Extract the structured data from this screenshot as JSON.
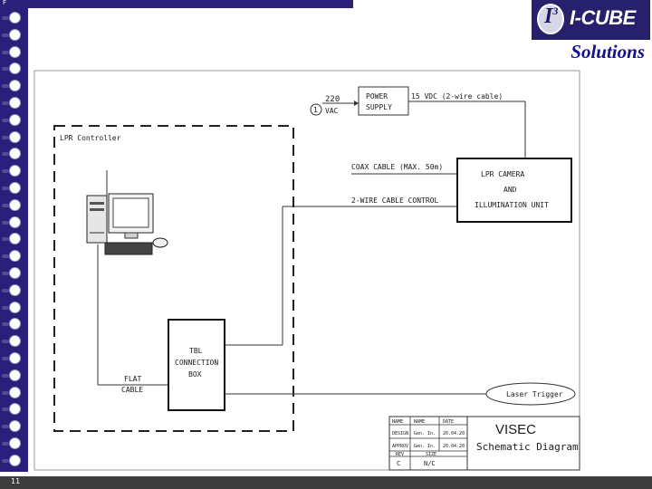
{
  "slide": {
    "number": "11",
    "top_mark": "F",
    "brand_i3": "I",
    "brand_i3_sup": "3",
    "brand_name": "I-CUBE",
    "tagline": "Solutions"
  },
  "schematic": {
    "ac_voltage": "220",
    "phase_label": "1",
    "ac_unit": "VAC",
    "power_supply": [
      "POWER",
      "SUPPLY"
    ],
    "power_output": "15 VDC (2-wire cable)",
    "controller_label": "LPR Controller",
    "coax_label": "COAX CABLE (MAX. 50m)",
    "control_cable_label": "2-WIRE CABLE CONTROL",
    "camera_unit": [
      "LPR CAMERA",
      "AND",
      "ILLUMINATION UNIT"
    ],
    "connection_box": [
      "TBL",
      "CONNECTION",
      "BOX"
    ],
    "flat_cable": [
      "FLAT",
      "CABLE"
    ],
    "trigger_label": "Laser Trigger"
  },
  "title_block": {
    "headers": [
      "NAME",
      "NAME",
      "DATE"
    ],
    "rows": [
      [
        "DESIGN",
        "Gen. In.",
        "20.04.20"
      ],
      [
        "APPROV",
        "Gen. In.",
        "20.04.20"
      ]
    ],
    "sub_headers": [
      "REV",
      "SIZE"
    ],
    "rev": "C",
    "size": "N/C",
    "project": "VISEC",
    "drawing_title": "Schematic Diagram"
  }
}
